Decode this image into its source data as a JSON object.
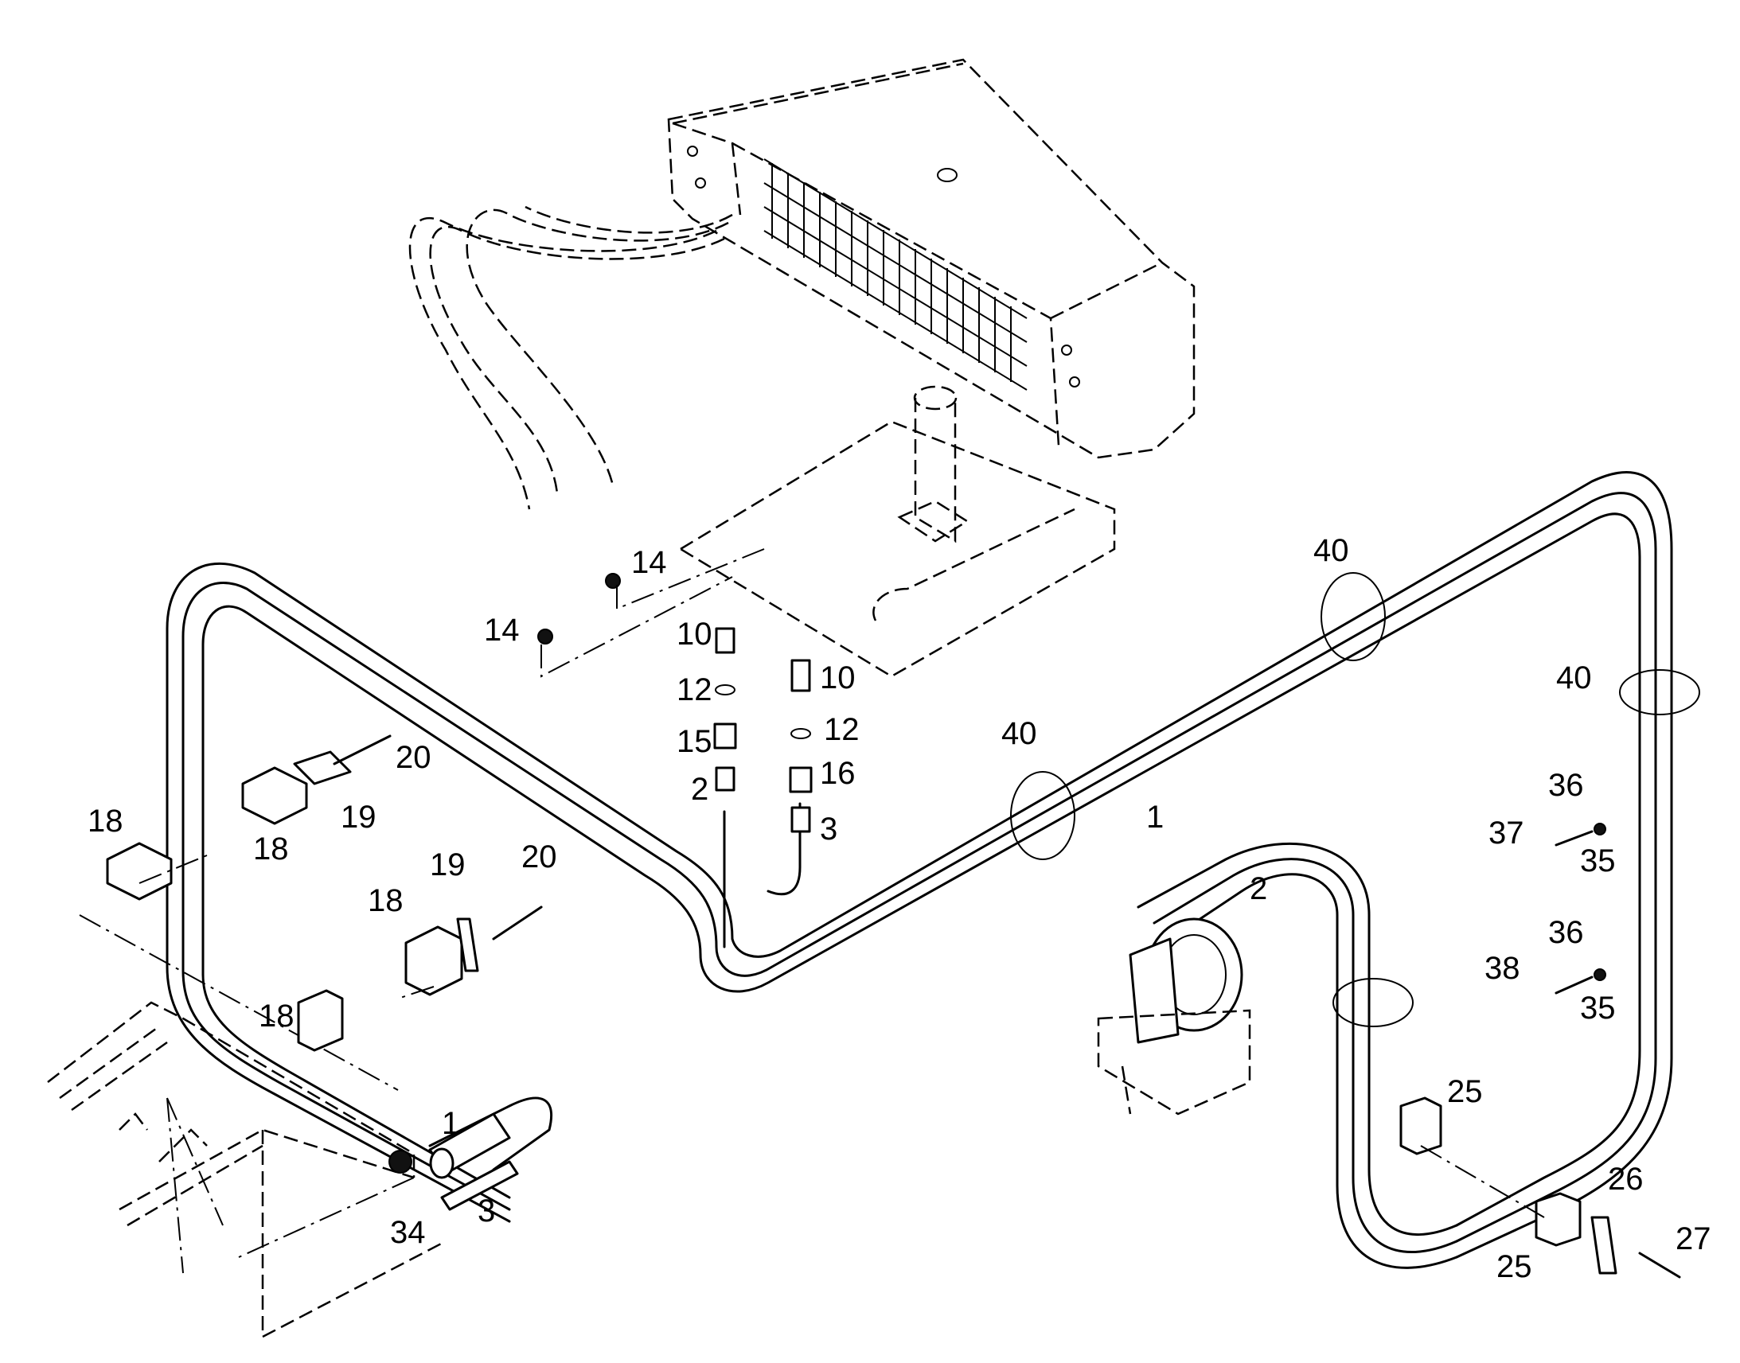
{
  "callouts": {
    "c1_left": "1",
    "c1_right": "1",
    "c2_center": "2",
    "c2_right": "2",
    "c3_center": "3",
    "c3_left": "3",
    "c10_a": "10",
    "c10_b": "10",
    "c12_a": "12",
    "c12_b": "12",
    "c14_a": "14",
    "c14_b": "14",
    "c15": "15",
    "c16": "16",
    "c18_a": "18",
    "c18_b": "18",
    "c18_c": "18",
    "c18_d": "18",
    "c19_a": "19",
    "c19_b": "19",
    "c20_a": "20",
    "c20_b": "20",
    "c25_a": "25",
    "c25_b": "25",
    "c26": "26",
    "c27": "27",
    "c34": "34",
    "c35_a": "35",
    "c35_b": "35",
    "c36_a": "36",
    "c36_b": "36",
    "c37": "37",
    "c38": "38",
    "c40_a": "40",
    "c40_b": "40",
    "c40_c": "40"
  },
  "icons": {
    "evaporator": "evaporator-unit-icon",
    "compressor": "compressor-icon",
    "clamp": "pipe-clamp-icon",
    "cable_tie": "cable-tie-icon",
    "bolt": "bolt-icon"
  }
}
